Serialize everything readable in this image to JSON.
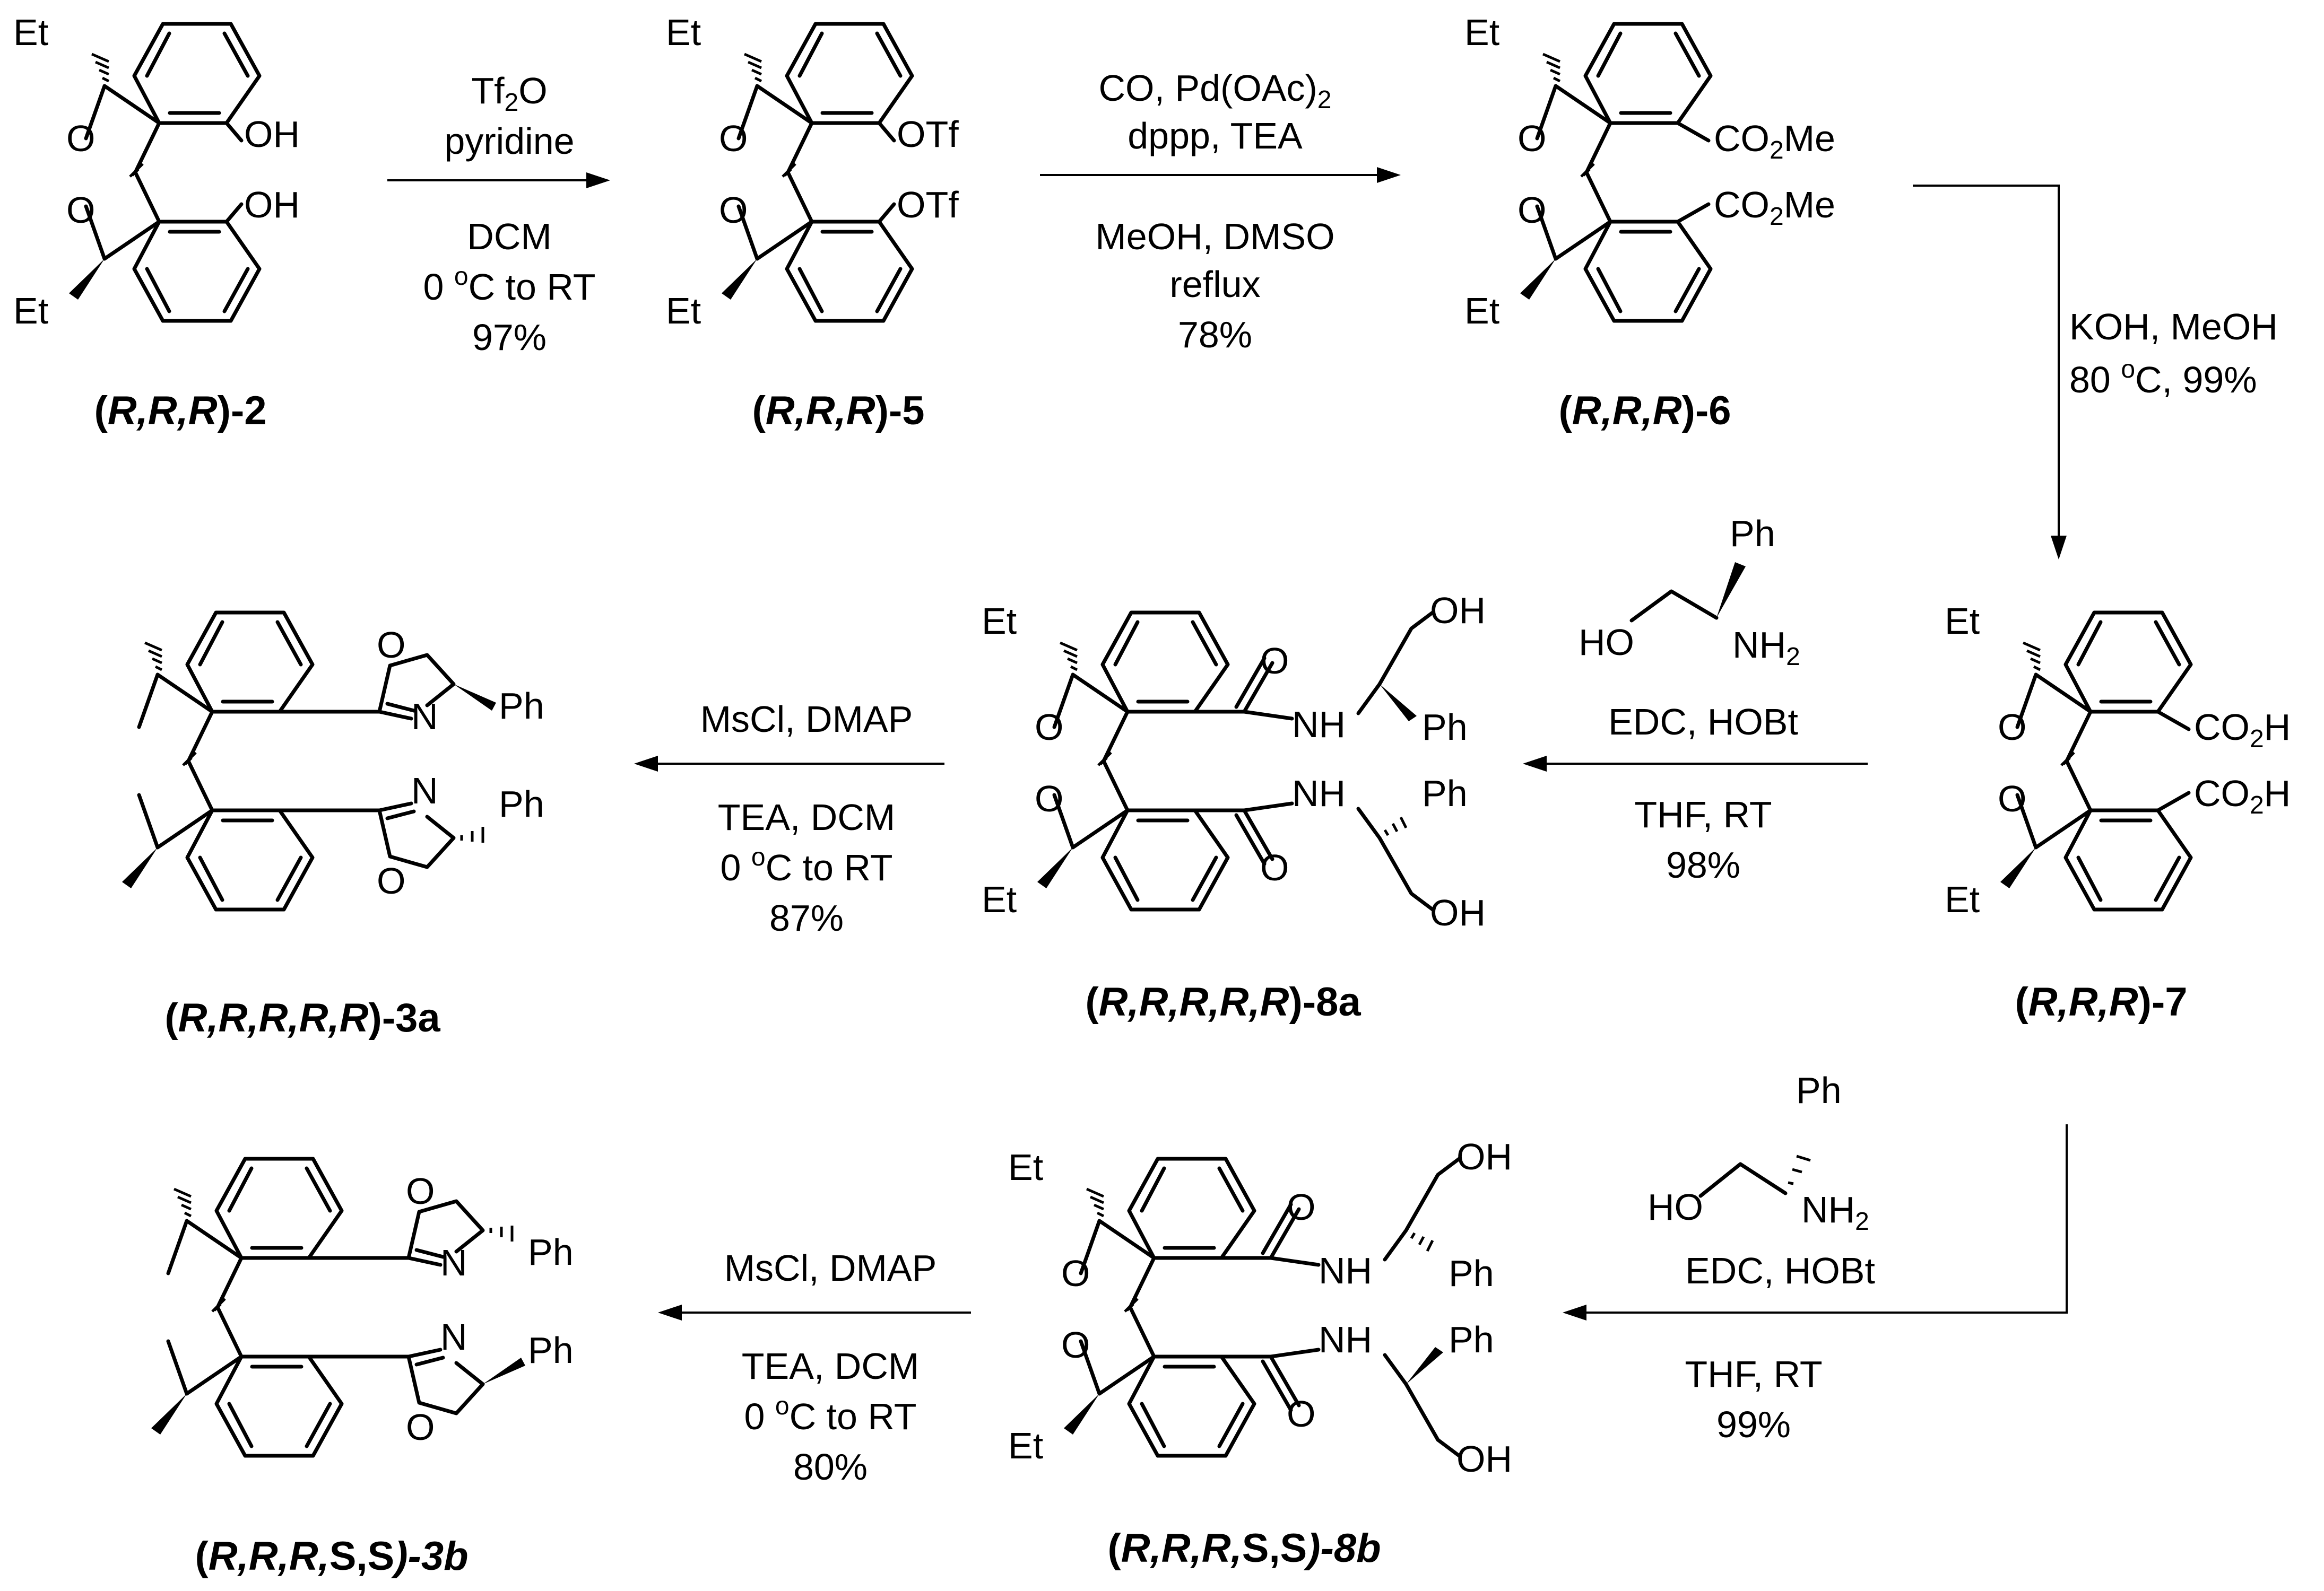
{
  "compounds": [
    {
      "label": "(R,R,R)-2",
      "label_parts": [
        "(",
        "R,R,R",
        ")-2"
      ],
      "groups": {
        "top": "OH",
        "bottom": "OH"
      }
    },
    {
      "label": "(R,R,R)-5",
      "label_parts": [
        "(",
        "R,R,R",
        ")-5"
      ],
      "groups": {
        "top": "OTf",
        "bottom": "OTf"
      }
    },
    {
      "label": "(R,R,R)-6",
      "label_parts": [
        "(",
        "R,R,R",
        ")-6"
      ],
      "groups": {
        "top": "CO2Me",
        "bottom": "CO2Me"
      }
    },
    {
      "label": "(R,R,R)-7",
      "label_parts": [
        "(",
        "R,R,R",
        ")-7"
      ],
      "groups": {
        "top": "CO2H",
        "bottom": "CO2H"
      }
    },
    {
      "label": "(R,R,R,R,R)-8a",
      "label_parts": [
        "(",
        "R,R,R,R,R",
        ")-8a"
      ],
      "groups": {
        "top": "NH",
        "bottom": "NH",
        "ph": "Ph",
        "oh": "OH",
        "o": "O"
      }
    },
    {
      "label": "(R,R,R,R,R)-3a",
      "label_parts": [
        "(",
        "R,R,R,R,R",
        ")-3a"
      ],
      "groups": {
        "n": "N",
        "o": "O",
        "ph": "Ph"
      }
    },
    {
      "label": "(R,R,R,S,S)-8b",
      "label_parts": [
        "(",
        "R,R,R,",
        "S,S",
        ")-8b"
      ],
      "groups": {
        "top": "NH",
        "bottom": "NH",
        "ph": "Ph",
        "oh": "OH",
        "o": "O"
      }
    },
    {
      "label": "(R,R,R,S,S)-3b",
      "label_parts": [
        "(",
        "R,R,R,",
        "S,S",
        ")-3b"
      ],
      "groups": {
        "n": "N",
        "o": "O",
        "ph": "Ph"
      }
    }
  ],
  "common_atoms": {
    "et": "Et",
    "o": "O"
  },
  "reagents": {
    "amino_alcohol": {
      "ph": "Ph",
      "ho": "HO",
      "nh2": "NH2"
    }
  },
  "steps": [
    {
      "from": "(R,R,R)-2",
      "to": "(R,R,R)-5",
      "above": [
        "Tf2O",
        "pyridine"
      ],
      "below": [
        "DCM",
        "0 oC to RT",
        "97%"
      ]
    },
    {
      "from": "(R,R,R)-5",
      "to": "(R,R,R)-6",
      "above": [
        "CO, Pd(OAc)2",
        "dppp, TEA"
      ],
      "below": [
        "MeOH, DMSO",
        "reflux",
        "78%"
      ]
    },
    {
      "from": "(R,R,R)-6",
      "to": "(R,R,R)-7",
      "side": [
        "KOH, MeOH",
        "80 oC, 99%"
      ]
    },
    {
      "from": "(R,R,R)-7",
      "to": "(R,R,R,R,R)-8a",
      "above": [
        "EDC, HOBt"
      ],
      "below": [
        "THF, RT",
        "98%"
      ]
    },
    {
      "from": "(R,R,R,R,R)-8a",
      "to": "(R,R,R,R,R)-3a",
      "above": [
        "MsCl, DMAP"
      ],
      "below": [
        "TEA, DCM",
        "0 oC to RT",
        "87%"
      ]
    },
    {
      "from": "(R,R,R)-7",
      "to": "(R,R,R,S,S)-8b",
      "above": [
        "EDC, HOBt"
      ],
      "below": [
        "THF, RT",
        "99%"
      ]
    },
    {
      "from": "(R,R,R,S,S)-8b",
      "to": "(R,R,R,S,S)-3b",
      "above": [
        "MsCl, DMAP"
      ],
      "below": [
        "TEA, DCM",
        "0 oC to RT",
        "80%"
      ]
    }
  ]
}
